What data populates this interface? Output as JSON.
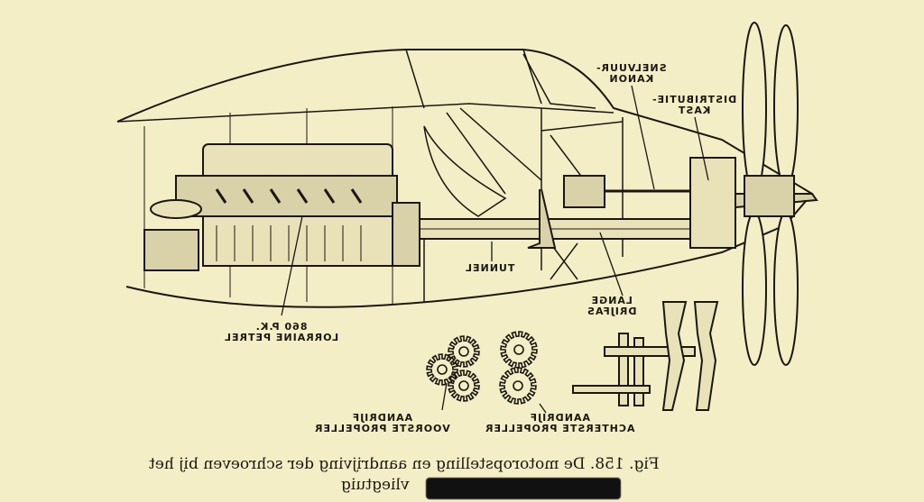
{
  "labels": {
    "snelvuur": [
      "SNELVUUR-",
      "KANON"
    ],
    "distributie": [
      "DISTRIBUTIE-",
      "KAST"
    ],
    "tunnel": "TUNNEL",
    "drijfas": [
      "LANGE",
      "DRIJFAS"
    ],
    "engine": [
      "860 P.K.",
      "LORRAINE PETREL"
    ],
    "voorste": [
      "AANDRIJF",
      "VOORSTE PROPELLER"
    ],
    "achterste": [
      "AANDRIJF",
      "ACHTERSTE PROPELLER"
    ]
  },
  "caption": {
    "line1": "Fig. 158. De motoropstelling en aandrijving der schroeven bij het",
    "line2": "vliegtuig"
  },
  "colors": {
    "paper": "#f4eec6",
    "ink": "#1a1712"
  }
}
